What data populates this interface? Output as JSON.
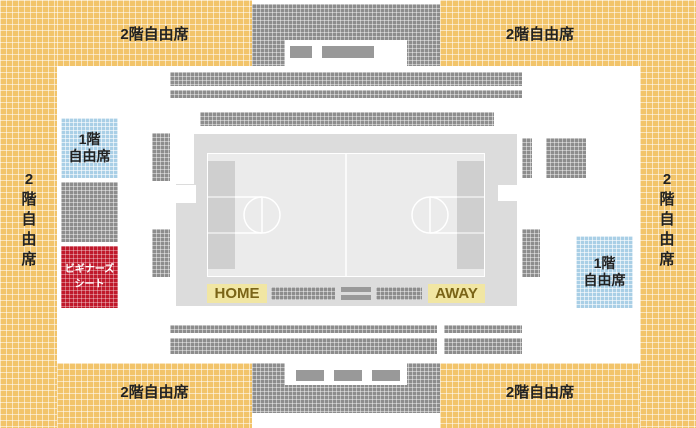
{
  "labels": {
    "second_floor": "2階自由席",
    "second_floor_left_vertical": [
      "2",
      "階",
      "自",
      "由",
      "席"
    ],
    "second_floor_right_vertical": [
      "2",
      "階",
      "自",
      "由",
      "席"
    ],
    "first_floor_line1": "1階",
    "first_floor_line2": "自由席",
    "beginners_line1": "ビギナーズ",
    "beginners_line2": "シート",
    "home": "HOME",
    "away": "AWAY"
  },
  "colors": {
    "second_floor_seats": "#f2c46a",
    "first_floor_seats": "#a9cfe6",
    "beginners_seats": "#c0192b",
    "reserved_seats": "#8d8d8d",
    "court": "#ebebeb",
    "team_label": "#f1e6a3"
  }
}
